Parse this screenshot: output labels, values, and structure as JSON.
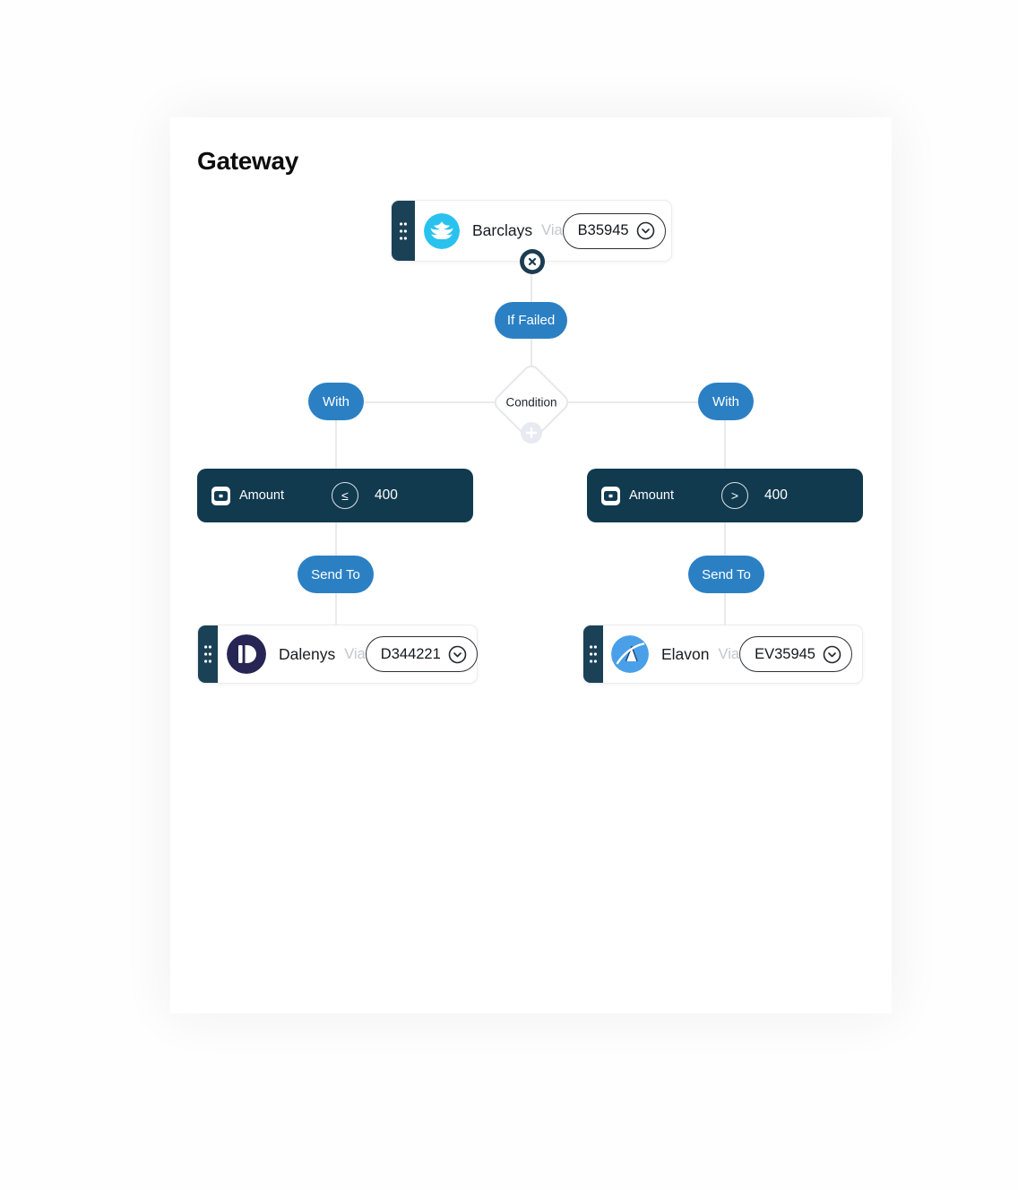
{
  "title": "Gateway",
  "root_node": {
    "name": "Barclays",
    "via_label": "Via",
    "code": "B35945"
  },
  "if_failed_label": "If Failed",
  "condition_label": "Condition",
  "branches": {
    "left": {
      "with_label": "With",
      "field": "Amount",
      "operator": "≤",
      "value": "400",
      "send_label": "Send To",
      "target": {
        "name": "Dalenys",
        "via_label": "Via",
        "code": "D344221"
      }
    },
    "right": {
      "with_label": "With",
      "field": "Amount",
      "operator": ">",
      "value": "400",
      "send_label": "Send To",
      "target": {
        "name": "Elavon",
        "via_label": "Via",
        "code": "EV35945"
      }
    }
  },
  "icons": {
    "drag": "drag-handle-dots",
    "close": "close-circle",
    "add": "plus-circle",
    "chevron": "chevron-down-circle",
    "amount_field": "banknote"
  },
  "colors": {
    "accent_blue": "#2b80c4",
    "condition_card": "#113a4f",
    "drag_handle": "#1b4156",
    "barclays_logo": "#29c2ef",
    "dalenys_logo": "#262553",
    "elavon_logo": "#4aa0e8",
    "connector": "#e9eaec"
  }
}
